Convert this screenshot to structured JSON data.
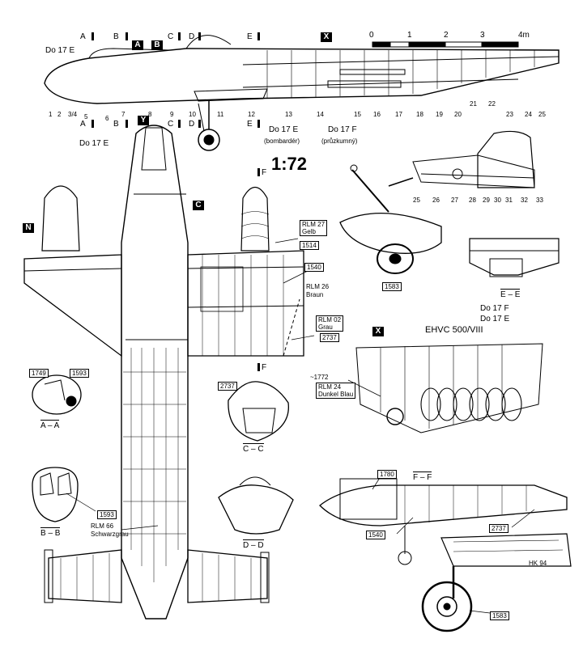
{
  "header": {
    "scale_label": "1:72",
    "scale_ticks": [
      "0",
      "1",
      "2",
      "3",
      "4m"
    ]
  },
  "section_markers": [
    "A",
    "B",
    "C",
    "D",
    "E",
    "F"
  ],
  "black_markers": {
    "a": "A",
    "b": "B",
    "c": "C",
    "x1": "X",
    "x2": "X",
    "y": "Y",
    "n": "N"
  },
  "variants": {
    "do17e_top": "Do 17 E",
    "do17e_bottom": "Do 17 E",
    "do17e_bomber": "Do 17 E",
    "do17f_recon": "Do 17 F",
    "bomber_note": "(bombardér)",
    "recon_note": "(průzkumný)",
    "ee_f": "Do 17 F",
    "ee_e": "Do 17 E"
  },
  "station_numbers": {
    "nose": [
      "1",
      "2",
      "3/4",
      "5",
      "6",
      "7",
      "8",
      "9",
      "10",
      "11",
      "12",
      "13",
      "14",
      "15",
      "16",
      "17",
      "18",
      "19",
      "20",
      "21",
      "22",
      "23",
      "24",
      "25"
    ],
    "tail": [
      "25",
      "26",
      "27",
      "28",
      "29",
      "30",
      "31",
      "32",
      "33"
    ]
  },
  "colour_callouts": [
    {
      "code": "RLM 27",
      "name": "Gelb",
      "ref": "1514"
    },
    {
      "code": "RLM 26",
      "name": "Braun",
      "ref": "1540"
    },
    {
      "code": "RLM 02",
      "name": "Grau",
      "ref": "2737"
    },
    {
      "code": "RLM 24",
      "name": "Dunkel Blau",
      "ref": "~1772"
    },
    {
      "code": "RLM 66",
      "name": "Schwarzgrau",
      "ref": "1593"
    }
  ],
  "ref_numbers": {
    "wheel": "1583",
    "aa_left": "1749",
    "aa_right": "1593",
    "cc": "2737",
    "ff_engine": "1780",
    "ff_right": "2737",
    "ff_bottom": "1540",
    "gear": "1583"
  },
  "section_titles": {
    "aa": "A – A",
    "bb": "B – B",
    "cc": "C – C",
    "dd": "D – D",
    "ee": "E – E",
    "ff": "F – F"
  },
  "bomb_rack": "EHVC 500/VIII",
  "undercarriage": "HK 94"
}
